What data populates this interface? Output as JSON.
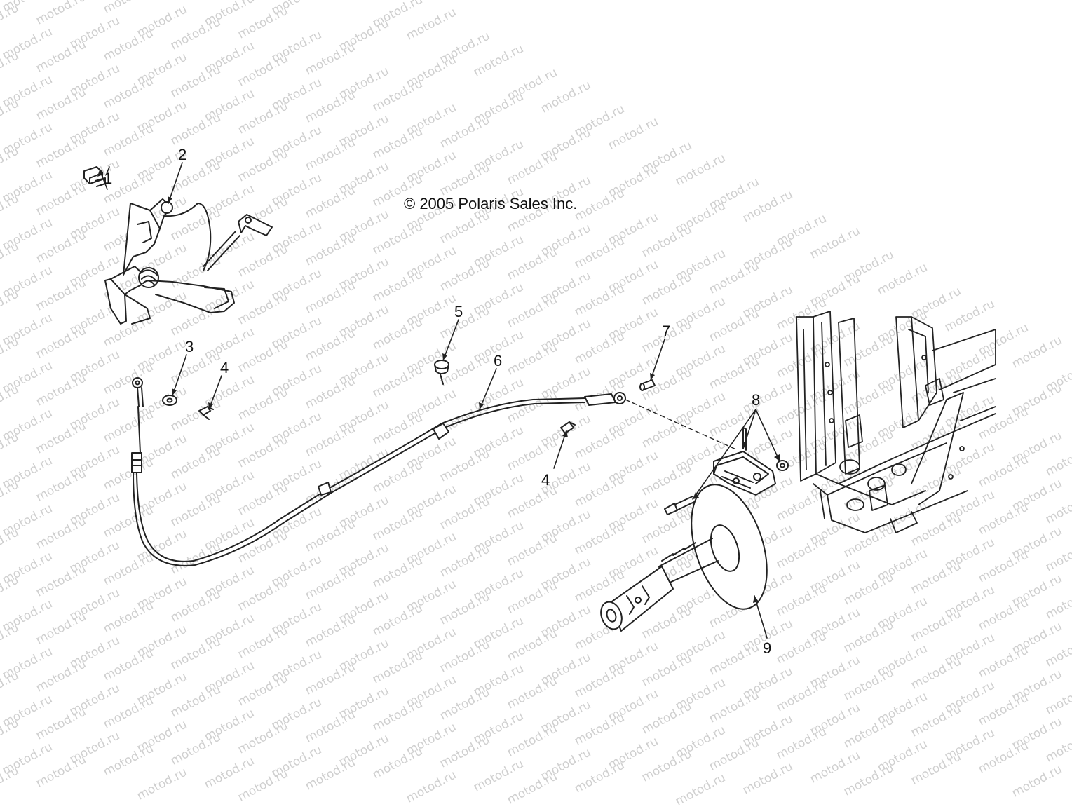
{
  "copyright": "© 2005 Polaris Sales Inc.",
  "watermark": "motod.ru",
  "callouts": [
    {
      "id": "1",
      "label": "1"
    },
    {
      "id": "2",
      "label": "2"
    },
    {
      "id": "3",
      "label": "3"
    },
    {
      "id": "4a",
      "label": "4"
    },
    {
      "id": "5",
      "label": "5"
    },
    {
      "id": "6",
      "label": "6"
    },
    {
      "id": "7",
      "label": "7"
    },
    {
      "id": "8",
      "label": "8"
    },
    {
      "id": "4b",
      "label": "4"
    },
    {
      "id": "9",
      "label": "9"
    }
  ],
  "colors": {
    "line": "#222222",
    "watermark": "#cfcfcf",
    "part_fill": "#ffffff"
  }
}
